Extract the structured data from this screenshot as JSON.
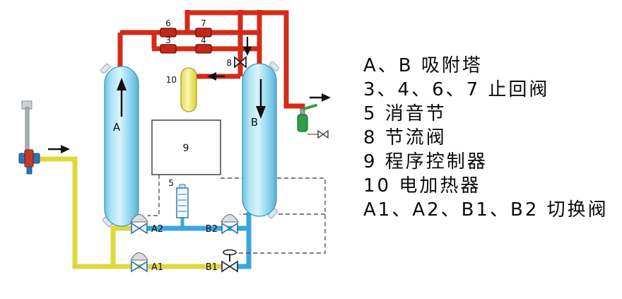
{
  "legend": {
    "lines": [
      "A、B 吸附塔",
      "3、4、6、7 止回阀",
      "5 消音节",
      "8 节流阀",
      "9 程序控制器",
      "10 电加热器",
      "A1、A2、B1、B2 切换阀"
    ]
  },
  "diagram": {
    "labels": {
      "tower_a": "A",
      "tower_b": "B",
      "check_valve_3": "3",
      "check_valve_4": "4",
      "check_valve_6": "6",
      "check_valve_7": "7",
      "throttle_valve_8": "8",
      "controller_9": "9",
      "silencer_5": "5",
      "heater_10": "10",
      "switch_valve_a1": "A1",
      "switch_valve_a2": "A2",
      "switch_valve_b1": "B1",
      "switch_valve_b2": "B2"
    },
    "colors": {
      "hot_air_pipe": "#d32b1a",
      "wet_air_pipe": "#dcd93c",
      "dry_air_pipe": "#3aa7da",
      "tower_fill": "#8fd4ee",
      "heater_fill": "#f1ea5f",
      "check_valve_fill": "#c22818",
      "outlet_valve_green": "#2f9e4c"
    }
  }
}
